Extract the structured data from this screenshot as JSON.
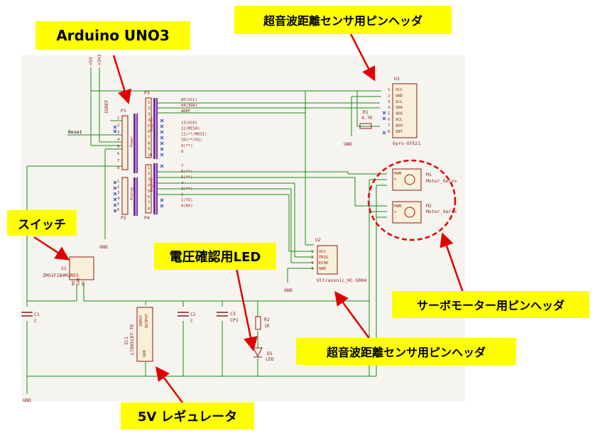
{
  "callouts": {
    "arduino": "Arduino UNO3",
    "ultrasonic_top": "超音波距離センサ用ピンヘッダ",
    "switch": "スイッチ",
    "led": "電圧確認用LED",
    "servo": "サーボモーター用ピンヘッダ",
    "ultrasonic_bottom": "超音波距離センサ用ピンヘッダ",
    "regulator": "5V レギュレータ"
  },
  "schematic": {
    "power_labels": [
      "+5V",
      "+3V3"
    ],
    "ioref": "IOREF",
    "reset": "Reset",
    "gnd": "GND",
    "p1": {
      "ref": "P1",
      "name": "Power",
      "pins": [
        "1",
        "2",
        "3",
        "4",
        "5",
        "6",
        "7",
        "8"
      ]
    },
    "p2": {
      "ref": "P2",
      "name": "Analog",
      "pins": [
        "1",
        "2",
        "3",
        "4",
        "5",
        "6"
      ]
    },
    "p3": {
      "ref": "P3",
      "name": "Digital",
      "pins": [
        "1",
        "2",
        "3",
        "4",
        "5",
        "6",
        "7",
        "8",
        "9",
        "10"
      ],
      "signals": [
        "A5(SCL)",
        "A4(SDA)",
        "AREF",
        "",
        "13(SCK)",
        "12(MISO)",
        "11(**/MOSI)",
        "10(**/SS)",
        "9(**)",
        "8"
      ]
    },
    "p4": {
      "ref": "P4",
      "name": "Digital",
      "pins": [
        "1",
        "2",
        "3",
        "4",
        "5",
        "6",
        "7",
        "8"
      ],
      "signals": [
        "7",
        "6(**)",
        "5(**)",
        "4",
        "3(**)",
        "2",
        "1(TX)",
        "0(RX)"
      ]
    },
    "u3": {
      "ref": "U3",
      "value": "Gyro-GY521",
      "pins": [
        "VCC",
        "GND",
        "SCL",
        "SDA",
        "XDA",
        "XCL",
        "ADO",
        "INT"
      ]
    },
    "r1": {
      "ref": "R1",
      "value": "4.7K"
    },
    "m1": {
      "ref": "M1",
      "value": "Motor_Servo",
      "pins": [
        "PWM",
        "+",
        "-"
      ]
    },
    "m2": {
      "ref": "M2",
      "value": "Motor_Servo",
      "pins": [
        "PWM",
        "+",
        "-"
      ]
    },
    "u2": {
      "ref": "U2",
      "value": "Ultrasonic_HC-SR04",
      "pins": [
        "VCC",
        "TRIG",
        "ECHO",
        "GND"
      ]
    },
    "s1": {
      "ref": "S1",
      "value": "ZMS1F1B4M2RES",
      "pins": [
        "NO",
        "COM",
        "NC"
      ]
    },
    "c1": {
      "ref": "C1",
      "value": "C"
    },
    "ic1": {
      "ref": "IC1",
      "value": "L7805CDT-TR",
      "pins": [
        "INPUT",
        "OUTPUT",
        "GND"
      ]
    },
    "c2": {
      "ref": "C2",
      "value": "C"
    },
    "c3": {
      "ref": "C3",
      "value": "CP1"
    },
    "r2": {
      "ref": "R2",
      "value": "1K"
    },
    "d1": {
      "ref": "D1",
      "value": "LED"
    }
  }
}
